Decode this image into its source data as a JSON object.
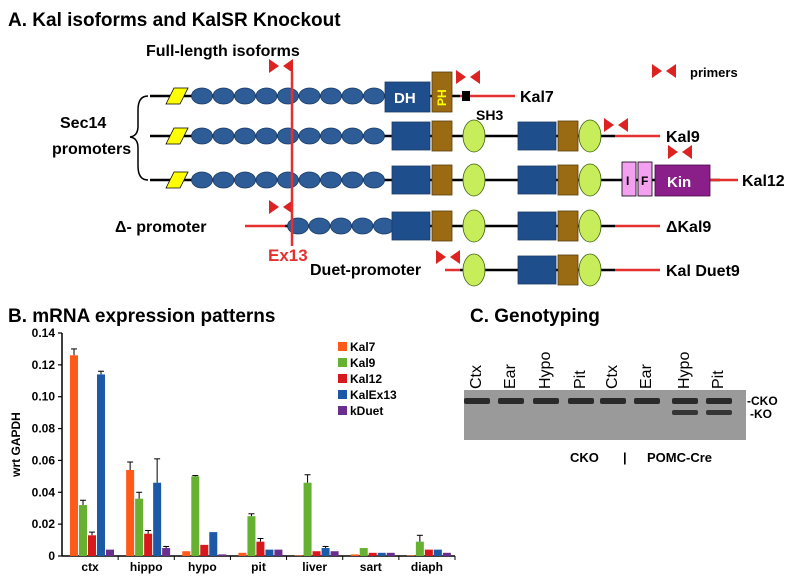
{
  "panel_a": {
    "title": "A. Kal isoforms and KalSR Knockout",
    "full_length_label": "Full-length isoforms",
    "sec14_label": "Sec14",
    "promoters_label": "promoters",
    "delta_promoter_label": "Δ- promoter",
    "duet_promoter_label": "Duet-promoter",
    "ex13_label": "Ex13",
    "sh3_label": "SH3",
    "dh_label": "DH",
    "ph_label": "PH",
    "i_label": "I",
    "f_label": "F",
    "kin_label": "Kin",
    "primers_label": "primers",
    "isoforms": [
      "Kal7",
      "Kal9",
      "Kal12",
      "ΔKal9",
      "Kal Duet9"
    ],
    "colors": {
      "spectrin": "#2e5c96",
      "gef": "#1f4e8c",
      "ph": "#9b6b14",
      "sh3": "#c7ee5a",
      "sec14": "#ffff00",
      "ig": "#f3a0f0",
      "kin": "#8a1f8a",
      "line": "#000000",
      "red": "#e53030",
      "primer": "#dd2222"
    }
  },
  "panel_b": {
    "title": "B. mRNA expression patterns"
  },
  "panel_c": {
    "title": "C. Genotyping",
    "lanes": [
      "Ctx",
      "Ear",
      "Hypo",
      "Pit",
      "Ctx",
      "Ear",
      "Hypo",
      "Pit"
    ],
    "group_left": "CKO",
    "separator": "|",
    "group_right": "POMC-Cre",
    "band_cko": "-CKO",
    "band_ko": "-KO"
  },
  "chart_data": {
    "type": "bar",
    "title": "",
    "xlabel": "",
    "ylabel": "wrt GAPDH",
    "ylim": [
      0,
      0.14
    ],
    "yticks": [
      "0",
      "0.02",
      "0.04",
      "0.06",
      "0.08",
      "0.10",
      "0.12",
      "0.14"
    ],
    "categories": [
      "ctx",
      "hippo",
      "hypo",
      "pit",
      "liver",
      "sart",
      "diaph"
    ],
    "legend_position": "top-right",
    "series": [
      {
        "name": "Kal7",
        "color": "#ff5a1a",
        "values": [
          0.126,
          0.054,
          0.003,
          0.002,
          0.0,
          0.001,
          0.0
        ],
        "errors": [
          0.004,
          0.005,
          0,
          0,
          0,
          0,
          0
        ]
      },
      {
        "name": "Kal9",
        "color": "#66b032",
        "values": [
          0.032,
          0.036,
          0.05,
          0.025,
          0.046,
          0.005,
          0.009
        ],
        "errors": [
          0.003,
          0.004,
          0.0005,
          0.0015,
          0.005,
          0,
          0.004
        ]
      },
      {
        "name": "Kal12",
        "color": "#d7191c",
        "values": [
          0.013,
          0.014,
          0.007,
          0.009,
          0.003,
          0.002,
          0.004
        ],
        "errors": [
          0.002,
          0.002,
          0,
          0.002,
          0,
          0,
          0
        ]
      },
      {
        "name": "KalEx13",
        "color": "#1c5aa8",
        "values": [
          0.114,
          0.046,
          0.015,
          0.004,
          0.005,
          0.002,
          0.004
        ],
        "errors": [
          0.002,
          0.015,
          0,
          0,
          0.001,
          0,
          0
        ]
      },
      {
        "name": "kDuet",
        "color": "#6a2f8e",
        "values": [
          0.004,
          0.005,
          0.001,
          0.004,
          0.003,
          0.002,
          0.002
        ],
        "errors": [
          0,
          0.001,
          0,
          0,
          0,
          0,
          0
        ]
      }
    ]
  }
}
